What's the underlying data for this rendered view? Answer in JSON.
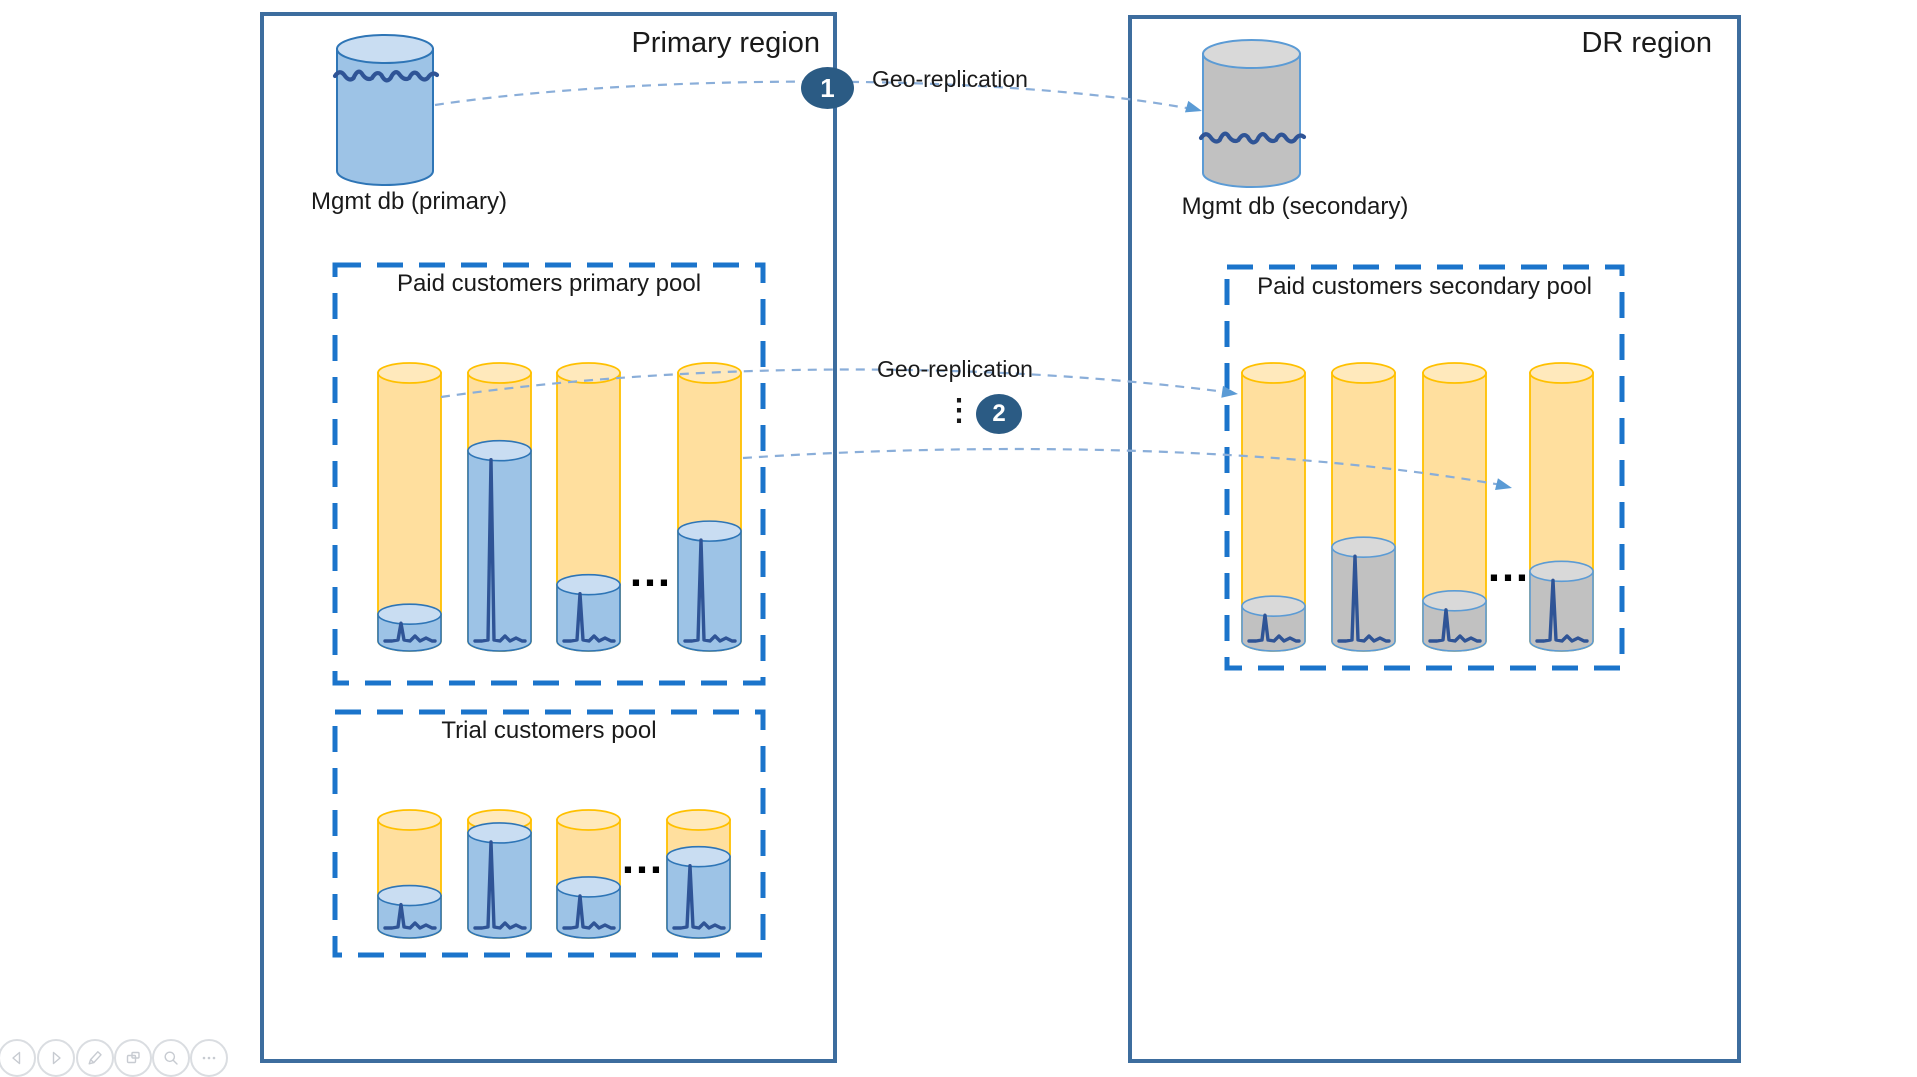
{
  "slide": {
    "regions": {
      "primary": {
        "title": "Primary region"
      },
      "dr": {
        "title": "DR region"
      }
    },
    "databases": {
      "primary": {
        "label": "Mgmt db (primary)"
      },
      "secondary": {
        "label": "Mgmt db (secondary)"
      }
    },
    "pools": [
      {
        "id": "primary-pool",
        "title": "Paid customers primary pool",
        "liquid": "blue",
        "fill_percents": [
          10,
          71,
          21,
          41
        ],
        "ellipsis": "…"
      },
      {
        "id": "trial-pool",
        "title": "Trial customers pool",
        "liquid": "blue",
        "fill_percents": [
          30,
          88,
          38,
          66
        ],
        "ellipsis": "…"
      },
      {
        "id": "secondary-pool",
        "title": "Paid customers secondary pool",
        "liquid": "gray",
        "fill_percents": [
          13,
          35,
          15,
          26
        ],
        "ellipsis": "…"
      }
    ],
    "replication_flows": [
      {
        "number": "1",
        "label": "Geo-replication"
      },
      {
        "number": "2",
        "label": "Geo-replication",
        "dots": "⋮"
      }
    ]
  },
  "toolbar": {
    "buttons": [
      {
        "icon": "previous-slide"
      },
      {
        "icon": "next-slide"
      },
      {
        "icon": "pen"
      },
      {
        "icon": "all-slides"
      },
      {
        "icon": "zoom"
      },
      {
        "icon": "more-options"
      }
    ]
  },
  "colors": {
    "region_border": "#3d6d9e",
    "pool_border": "#1b74cb",
    "cylinder_yellow": "#ffdf9e",
    "cylinder_yellow_top": "#ffe9bc",
    "cylinder_yellow_stroke": "#ffc000",
    "liquid_blue": "#9dc3e6",
    "liquid_blue_top": "#c9ddf2",
    "liquid_blue_stroke": "#2e75b6",
    "liquid_gray": "#c1c1c1",
    "liquid_gray_top": "#d9d9d9",
    "liquid_gray_stroke": "#5b9bd5",
    "wave": "#2f5496",
    "arrow": "#8aaed9",
    "arrowhead": "#5b9bd5",
    "badge": "#2b5b84",
    "text": "#1a1a1a"
  }
}
